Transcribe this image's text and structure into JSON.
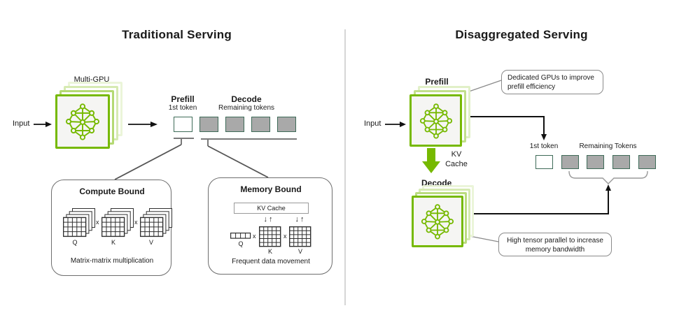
{
  "left": {
    "title": "Traditional Serving",
    "input_label": "Input",
    "multi_gpu_label": "Multi-GPU",
    "prefill_label": "Prefill",
    "prefill_sub": "1st token",
    "decode_label": "Decode",
    "decode_sub": "Remaining tokens",
    "compute_bound": {
      "title": "Compute Bound",
      "op1": "x",
      "op2": "x",
      "q": "Q",
      "k": "K",
      "v": "V",
      "caption": "Matrix-matrix multiplication"
    },
    "memory_bound": {
      "title": "Memory Bound",
      "kv_cache": "KV Cache",
      "updown1": "↓↑",
      "updown2": "↓↑",
      "op1": "x",
      "op2": "x",
      "q": "Q",
      "k": "K",
      "v": "V",
      "caption": "Frequent data movement"
    }
  },
  "right": {
    "title": "Disaggregated Serving",
    "input_label": "Input",
    "prefill_label": "Prefill",
    "kv_line1": "KV",
    "kv_line2": "Cache",
    "decode_label": "Decode",
    "first_token_label": "1st token",
    "remaining_tokens_label": "Remaining Tokens",
    "callout_prefill": {
      "line1": "Dedicated GPUs to improve",
      "line2": "prefill efficiency"
    },
    "callout_decode": {
      "line1": "High tensor parallel to increase",
      "line2": "memory bandwidth"
    }
  },
  "colors": {
    "nvidia_green": "#76B900",
    "token_border": "#3E6B58",
    "token_fill": "#A9A9A9"
  }
}
